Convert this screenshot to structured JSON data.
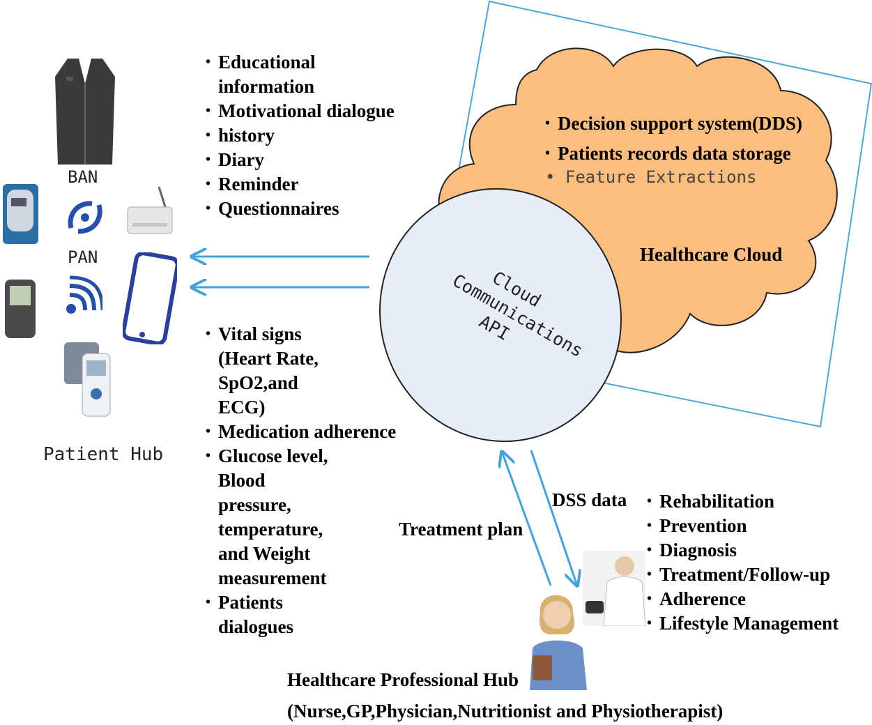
{
  "patient_hub": {
    "label": "Patient Hub",
    "ban_label": "BAN",
    "pan_label": "PAN"
  },
  "education_list": [
    "Educational information",
    "Motivational dialogue",
    "history",
    "Diary",
    "Reminder",
    "Questionnaires"
  ],
  "vitals_list": [
    "Vital signs (Heart Rate, SpO2,and ECG)",
    "Medication adherence",
    "Glucose level, Blood pressure, temperature, and Weight measurement",
    "Patients dialogues"
  ],
  "cloud": {
    "label": "Healthcare Cloud",
    "items": [
      "Decision support  system(DDS)",
      "Patients records data  storage"
    ],
    "item_light": "Feature Extractions",
    "fill_color": "#fbbe7e"
  },
  "api": {
    "line1": "Cloud",
    "line2": "Communications",
    "line3": "API",
    "fill_color": "#e6edf7"
  },
  "arrows": {
    "treatment_label": "Treatment plan",
    "dss_label": "DSS data",
    "color": "#3fa4dc"
  },
  "professional_list": [
    "Rehabilitation",
    "Prevention",
    "Diagnosis",
    "Treatment/Follow-up",
    "Adherence",
    "Lifestyle Management"
  ],
  "professional_hub": {
    "title": "Healthcare Professional Hub",
    "subtitle": "(Nurse,GP,Physician,Nutritionist  and Physiotherapist)"
  }
}
